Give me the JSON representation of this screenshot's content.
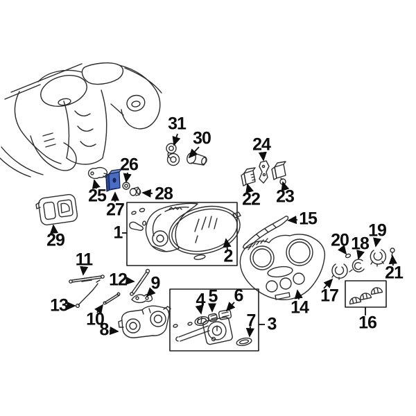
{
  "diagram": {
    "kind": "exploded-parts-diagram",
    "subject": "Instrument panel / dashboard parts diagram",
    "background_color": "#ffffff",
    "line_color": "#2b2b2b",
    "highlight_color": "#4a6cc2",
    "highlighted_part_label": "27"
  },
  "callouts": [
    {
      "label": "1"
    },
    {
      "label": "2"
    },
    {
      "label": "3"
    },
    {
      "label": "4"
    },
    {
      "label": "5"
    },
    {
      "label": "6"
    },
    {
      "label": "7"
    },
    {
      "label": "8"
    },
    {
      "label": "9"
    },
    {
      "label": "10"
    },
    {
      "label": "11"
    },
    {
      "label": "12"
    },
    {
      "label": "13"
    },
    {
      "label": "14"
    },
    {
      "label": "15"
    },
    {
      "label": "16"
    },
    {
      "label": "17"
    },
    {
      "label": "18"
    },
    {
      "label": "19"
    },
    {
      "label": "20"
    },
    {
      "label": "21"
    },
    {
      "label": "22"
    },
    {
      "label": "23"
    },
    {
      "label": "24"
    },
    {
      "label": "25"
    },
    {
      "label": "26"
    },
    {
      "label": "27"
    },
    {
      "label": "28"
    },
    {
      "label": "29"
    },
    {
      "label": "30"
    },
    {
      "label": "31"
    }
  ]
}
